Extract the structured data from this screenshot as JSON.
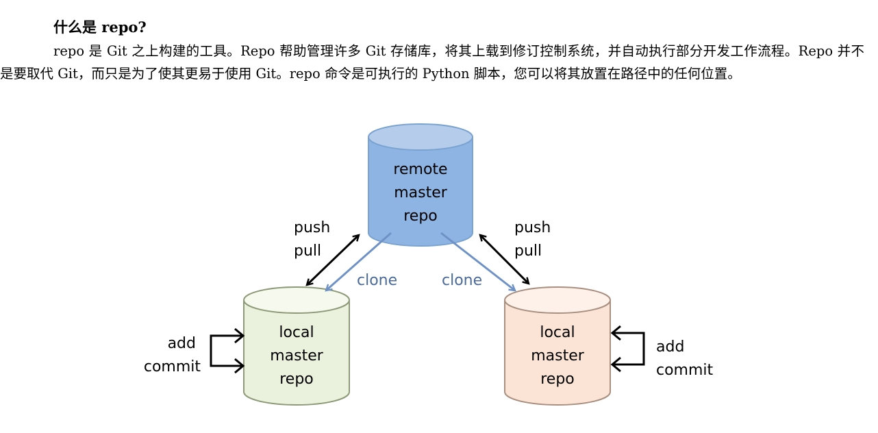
{
  "heading": "什么是 repo?",
  "paragraph": "repo 是 Git 之上构建的工具。Repo 帮助管理许多 Git 存储库，将其上载到修订控制系统，并自动执行部分开发工作流程。Repo 并不是要取代 Git，而只是为了使其更易于使用 Git。repo 命令是可执行的 Python 脚本，您可以将其放置在路径中的任何位置。",
  "diagram": {
    "remote": {
      "line1": "remote",
      "line2": "master",
      "line3": "repo",
      "color": "#8db4e2"
    },
    "local_left": {
      "line1": "local",
      "line2": "master",
      "line3": "repo",
      "color": "#eaf1dd"
    },
    "local_right": {
      "line1": "local",
      "line2": "master",
      "line3": "repo",
      "color": "#fbe4d5"
    },
    "left_sync": {
      "line1": "push",
      "line2": "pull"
    },
    "right_sync": {
      "line1": "push",
      "line2": "pull"
    },
    "clone_left": "clone",
    "clone_right": "clone",
    "left_commit": {
      "line1": "add",
      "line2": "commit"
    },
    "right_commit": {
      "line1": "add",
      "line2": "commit"
    },
    "clone_color": "#6f92c6",
    "clone_text_color": "#4a6a9a"
  }
}
